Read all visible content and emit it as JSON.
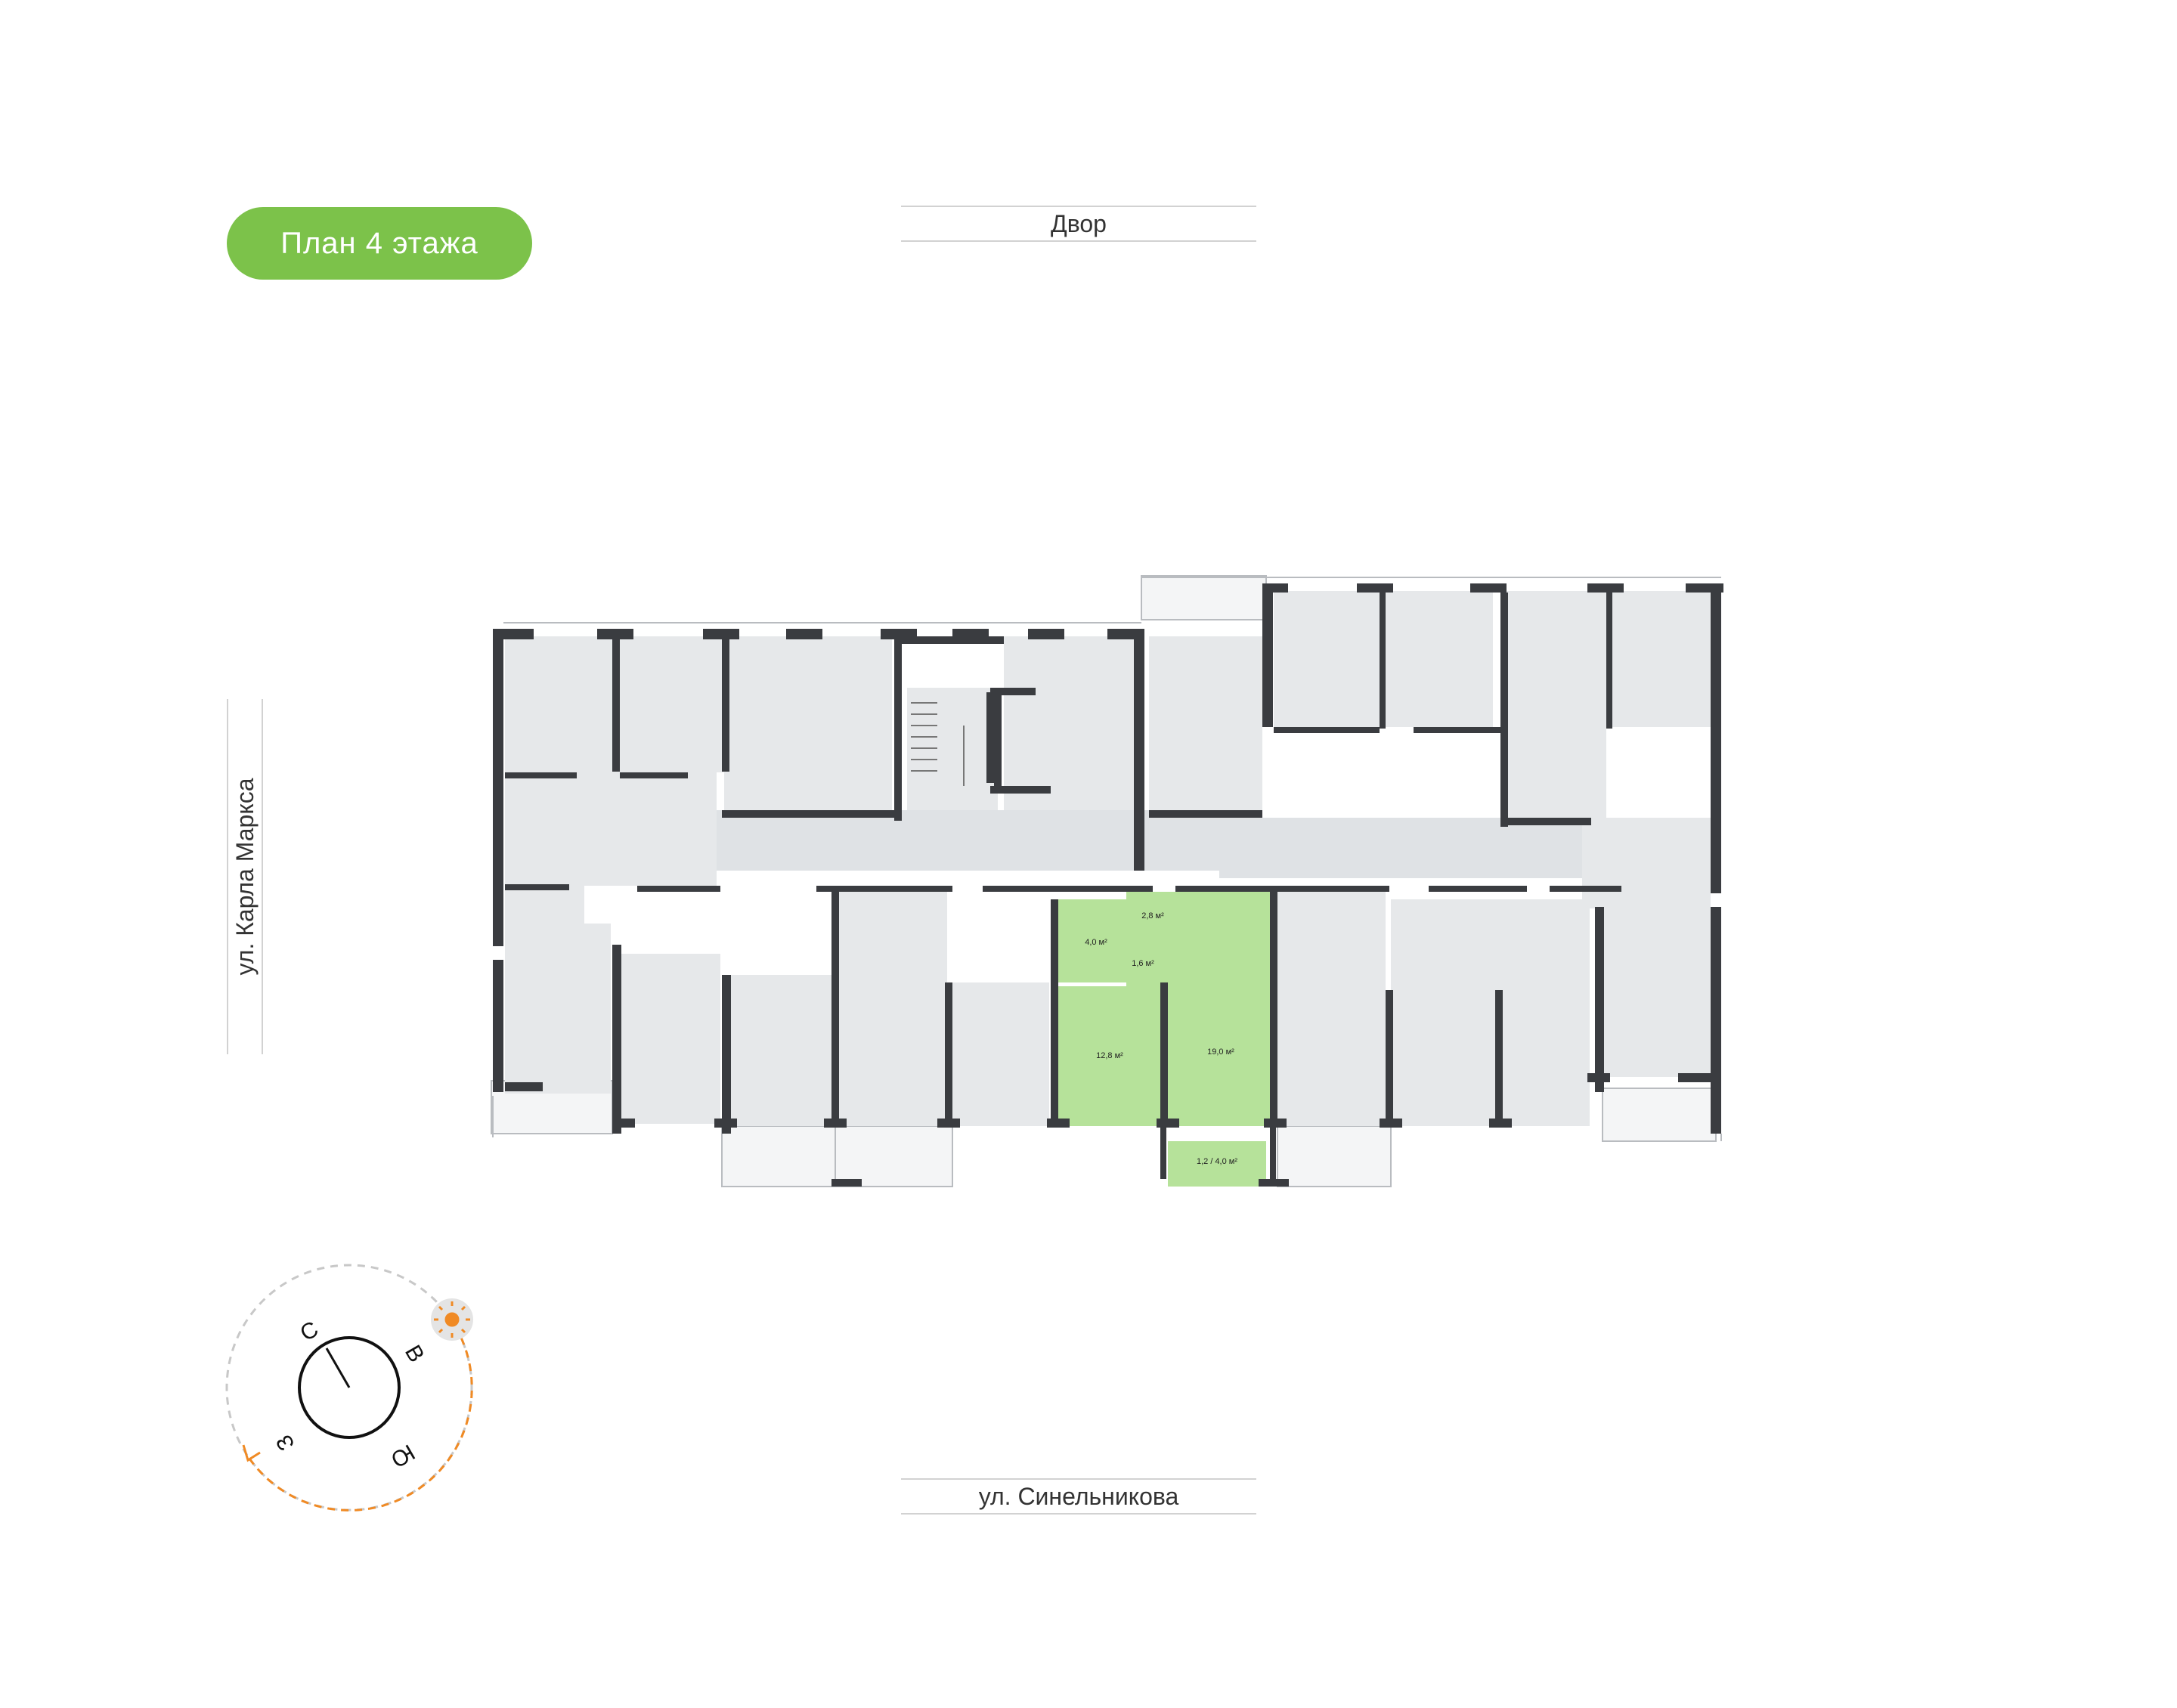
{
  "floor_badge": {
    "label": "План 4 этажа"
  },
  "streets": {
    "top": "Двор",
    "bottom": "ул. Синельникова",
    "left": "ул. Карла Маркса"
  },
  "apartment_areas": {
    "bathroom": "4,0 м²",
    "hall": "2,8 м²",
    "corridor": "1,6 м²",
    "bedroom": "12,8 м²",
    "living": "19,0 м²",
    "balcony": "1,2 / 4,0 м²"
  },
  "compass": {
    "north": "С",
    "east": "В",
    "south": "Ю",
    "west": "З"
  },
  "colors": {
    "accent": "#7cc24a",
    "highlight_room": "#b6e29a",
    "room": "#e6e8ea",
    "wall": "#3a3c40",
    "sun_path": "#f08a24"
  }
}
